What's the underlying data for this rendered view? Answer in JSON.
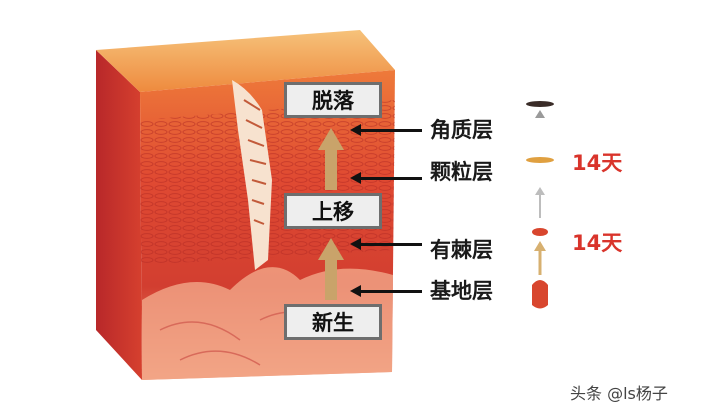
{
  "stages": {
    "shed": "脱落",
    "move_up": "上移",
    "new_born": "新生"
  },
  "layers": {
    "stratum_corneum": "角质层",
    "stratum_granulosum": "颗粒层",
    "stratum_spinosum": "有棘层",
    "stratum_basale": "基地层"
  },
  "durations": {
    "first": "14天",
    "second": "14天"
  },
  "watermark": "头条 @ls杨子",
  "colors": {
    "skin_red": "#d8462e",
    "skin_orange": "#f0a050",
    "duration_red": "#d9342b",
    "arrow_tan": "#c9a36a"
  }
}
